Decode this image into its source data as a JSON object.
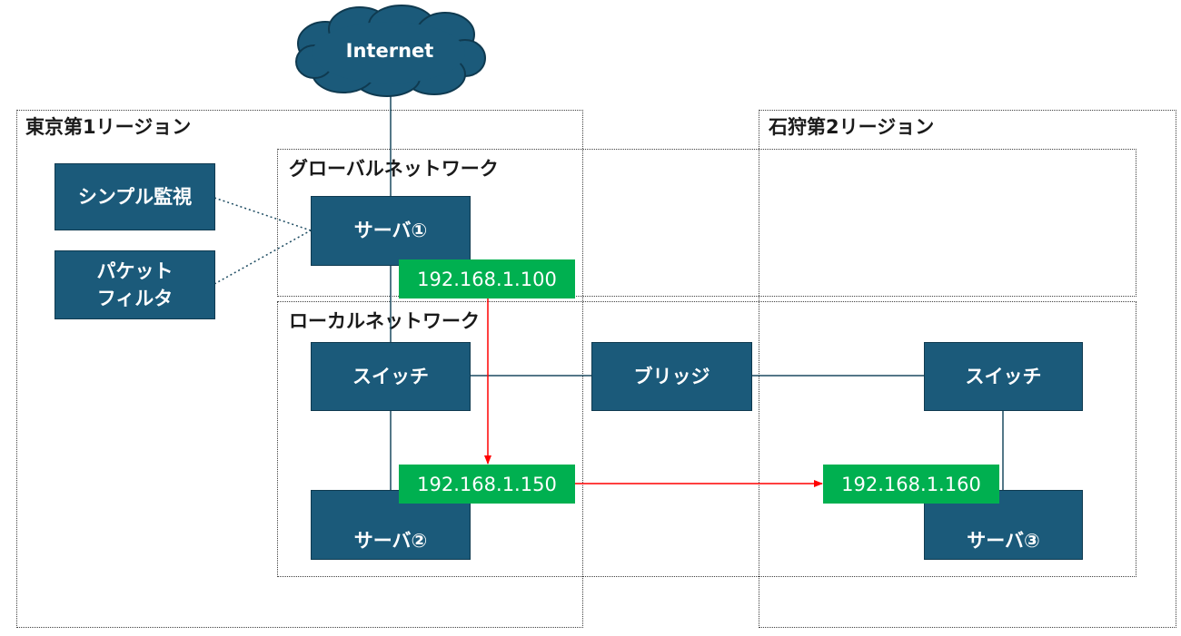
{
  "cloud": {
    "label": "Internet"
  },
  "regions": {
    "tokyo": "東京第1リージョン",
    "ishikari": "石狩第2リージョン"
  },
  "networks": {
    "global": "グローバルネットワーク",
    "local": "ローカルネットワーク"
  },
  "services": {
    "monitoring": "シンプル監視",
    "packet_filter_line1": "パケット",
    "packet_filter_line2": "フィルタ"
  },
  "nodes": {
    "server1": "サーバ①",
    "server2": "サーバ②",
    "server3": "サーバ③",
    "switch_tokyo": "スイッチ",
    "switch_ishikari": "スイッチ",
    "bridge": "ブリッジ"
  },
  "ips": {
    "server1": "192.168.1.100",
    "server2": "192.168.1.150",
    "server3": "192.168.1.160"
  },
  "colors": {
    "box_fill": "#1b5a7a",
    "ip_fill": "#00b050",
    "flow_arrow": "#ff0000",
    "cloud_fill": "#1b5a7a"
  }
}
